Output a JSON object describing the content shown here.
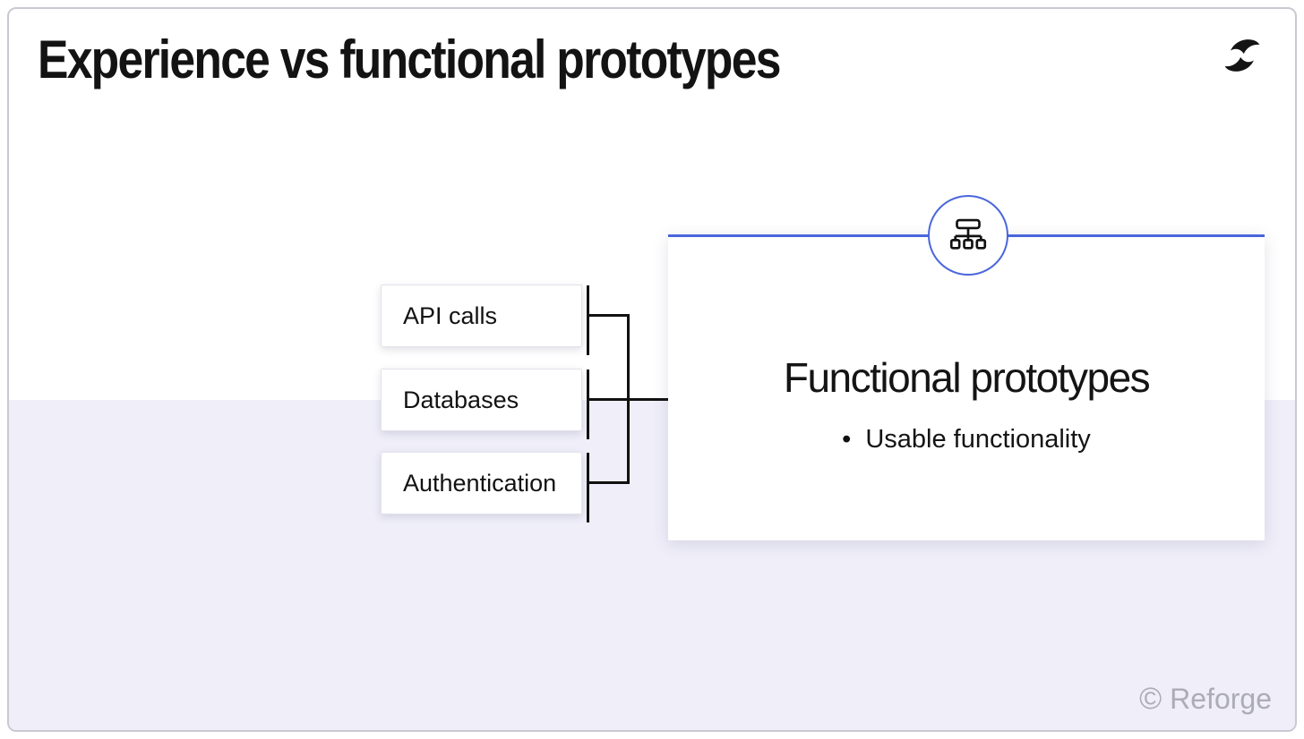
{
  "slide": {
    "title": "Experience vs functional prototypes",
    "watermark": {
      "symbol": "©",
      "text": "Reforge"
    },
    "icons": {
      "logo": "reforge-logo",
      "result_badge": "sitemap-icon"
    },
    "colors": {
      "accent_blue": "#4a66db",
      "background_lower": "#efeef9",
      "connector_black": "#111111",
      "watermark_gray": "#acacb8",
      "slide_border": "#c9c9d3"
    }
  },
  "diagram": {
    "inputs": [
      {
        "label": "API calls"
      },
      {
        "label": "Databases"
      },
      {
        "label": "Authentication"
      }
    ],
    "result": {
      "title": "Functional prototypes",
      "bullet_glyph": "•",
      "bullets": [
        "Usable functionality"
      ]
    }
  }
}
